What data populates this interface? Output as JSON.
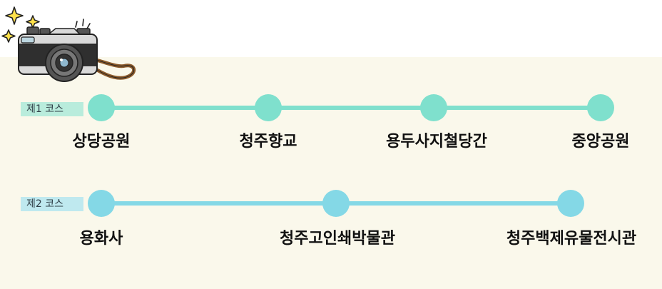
{
  "courses": [
    {
      "label": "제1 코스",
      "stops": [
        "상당공원",
        "청주향교",
        "용두사지철당간",
        "중앙공원"
      ],
      "color": "#7fe0cd"
    },
    {
      "label": "제2 코스",
      "stops": [
        "용화사",
        "청주고인쇄박물관",
        "청주백제유물전시관"
      ],
      "color": "#84d8e6"
    }
  ],
  "icons": [
    "camera-icon",
    "sparkle-icon"
  ]
}
